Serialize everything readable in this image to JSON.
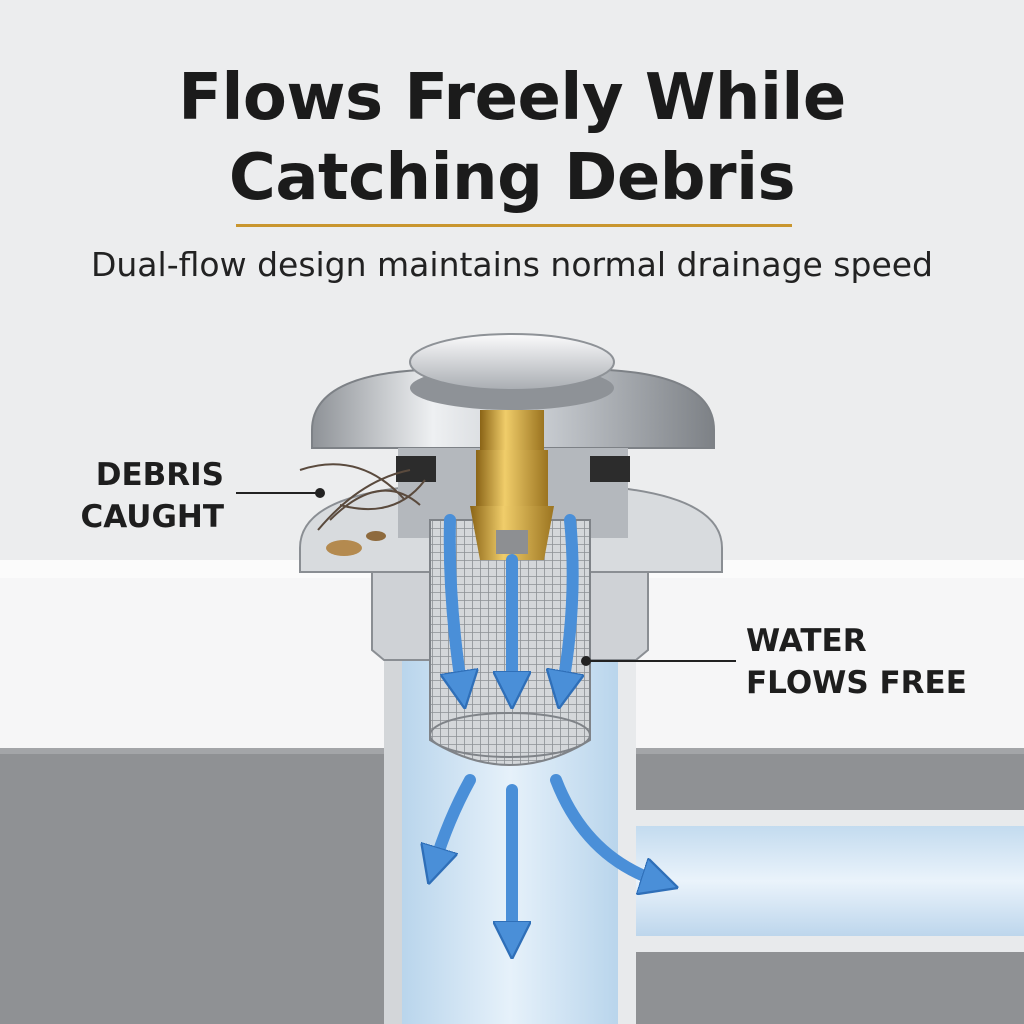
{
  "headline": {
    "line1": "Flows Freely While",
    "line2": "Catching Debris"
  },
  "subtitle": "Dual-flow design maintains normal drainage speed",
  "callouts": {
    "debris": {
      "line1": "DEBRIS",
      "line2": "CAUGHT"
    },
    "water": {
      "line1": "WATER",
      "line2": "FLOWS FREE"
    }
  },
  "colors": {
    "background": "#ecedee",
    "accent_rule": "#c9962e",
    "chrome": "#c9ccd0",
    "brass": "#c9a036",
    "water_arrow": "#4a8fd8",
    "pipe_water": "#cfe3f3",
    "basin_gray": "#8f9194"
  }
}
